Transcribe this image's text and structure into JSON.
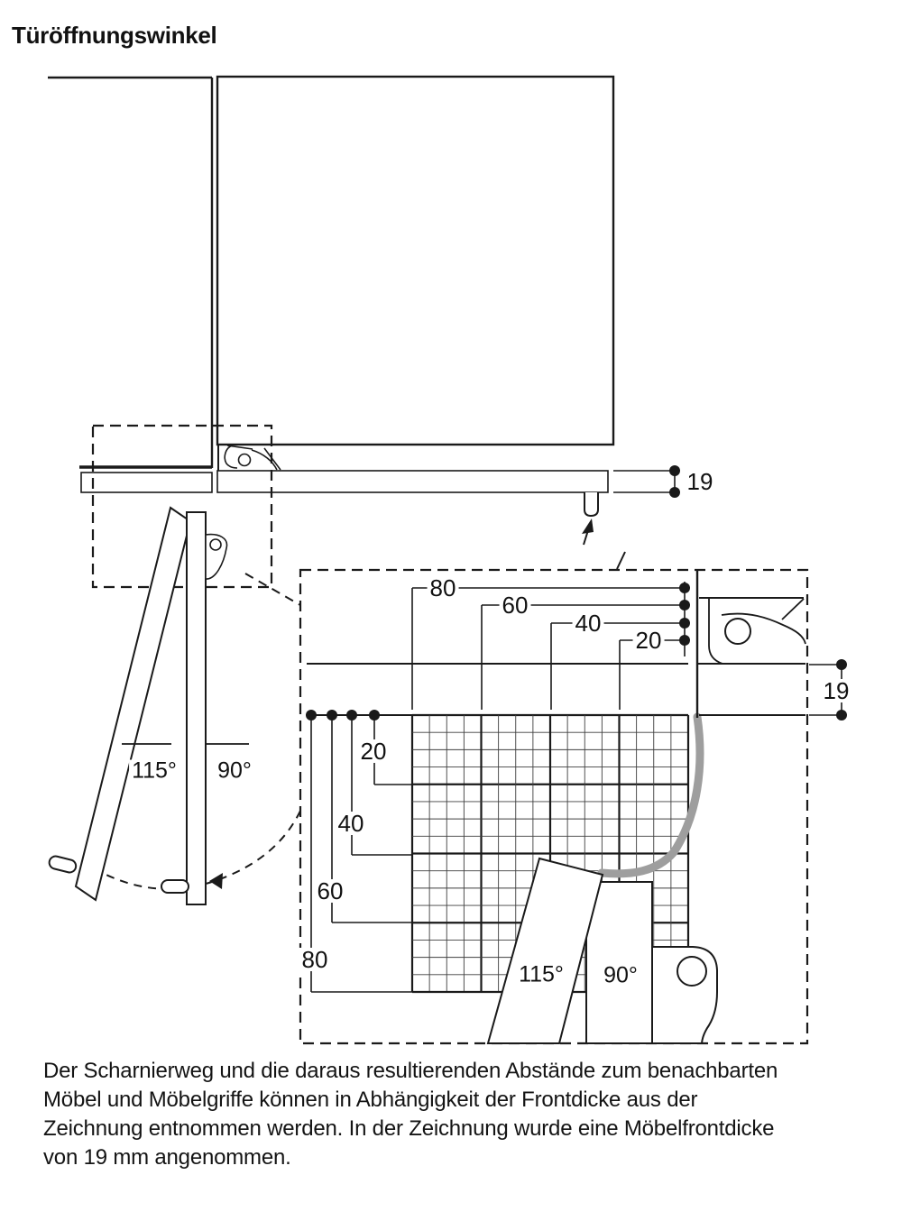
{
  "title": "Türöffnungswinkel",
  "body_text": {
    "line1": "Der Scharnierweg und die daraus resultierenden Abstände zum benachbarten",
    "line2": "Möbel und Möbelgriffe können in Abhängigkeit der Frontdicke aus der",
    "line3": "Zeichnung entnommen werden. In der Zeichnung wurde eine Möbelfrontdicke",
    "line4": "von 19 mm angenommen."
  },
  "diagram": {
    "overview": {
      "front_thickness_mm": "19",
      "open_angle": "115°",
      "right_angle": "90°"
    },
    "detail": {
      "top_offsets_mm": [
        "80",
        "60",
        "40",
        "20"
      ],
      "left_offsets_mm": [
        "20",
        "40",
        "60",
        "80"
      ],
      "front_thickness_mm": "19",
      "open_angle": "115°",
      "right_angle": "90°",
      "grid_cell_mm": 5,
      "grid_major_mm": 20
    },
    "colors": {
      "line": "#1a1a1a",
      "hinge_path": "#9e9e9e",
      "background": "#ffffff"
    }
  },
  "labels": [
    {
      "name": "dim-19-overview",
      "text": "19"
    },
    {
      "name": "dim-top-80",
      "text": "80"
    },
    {
      "name": "dim-top-60",
      "text": "60"
    },
    {
      "name": "dim-top-40",
      "text": "40"
    },
    {
      "name": "dim-top-20",
      "text": "20"
    },
    {
      "name": "dim-19-detail",
      "text": "19"
    },
    {
      "name": "dim-left-20",
      "text": "20"
    },
    {
      "name": "dim-left-40",
      "text": "40"
    },
    {
      "name": "dim-left-60",
      "text": "60"
    },
    {
      "name": "dim-left-80",
      "text": "80"
    },
    {
      "name": "angle-115-overview",
      "text": "115°"
    },
    {
      "name": "angle-90-overview",
      "text": "90°"
    },
    {
      "name": "angle-115-detail",
      "text": "115°"
    },
    {
      "name": "angle-90-detail",
      "text": "90°"
    }
  ]
}
